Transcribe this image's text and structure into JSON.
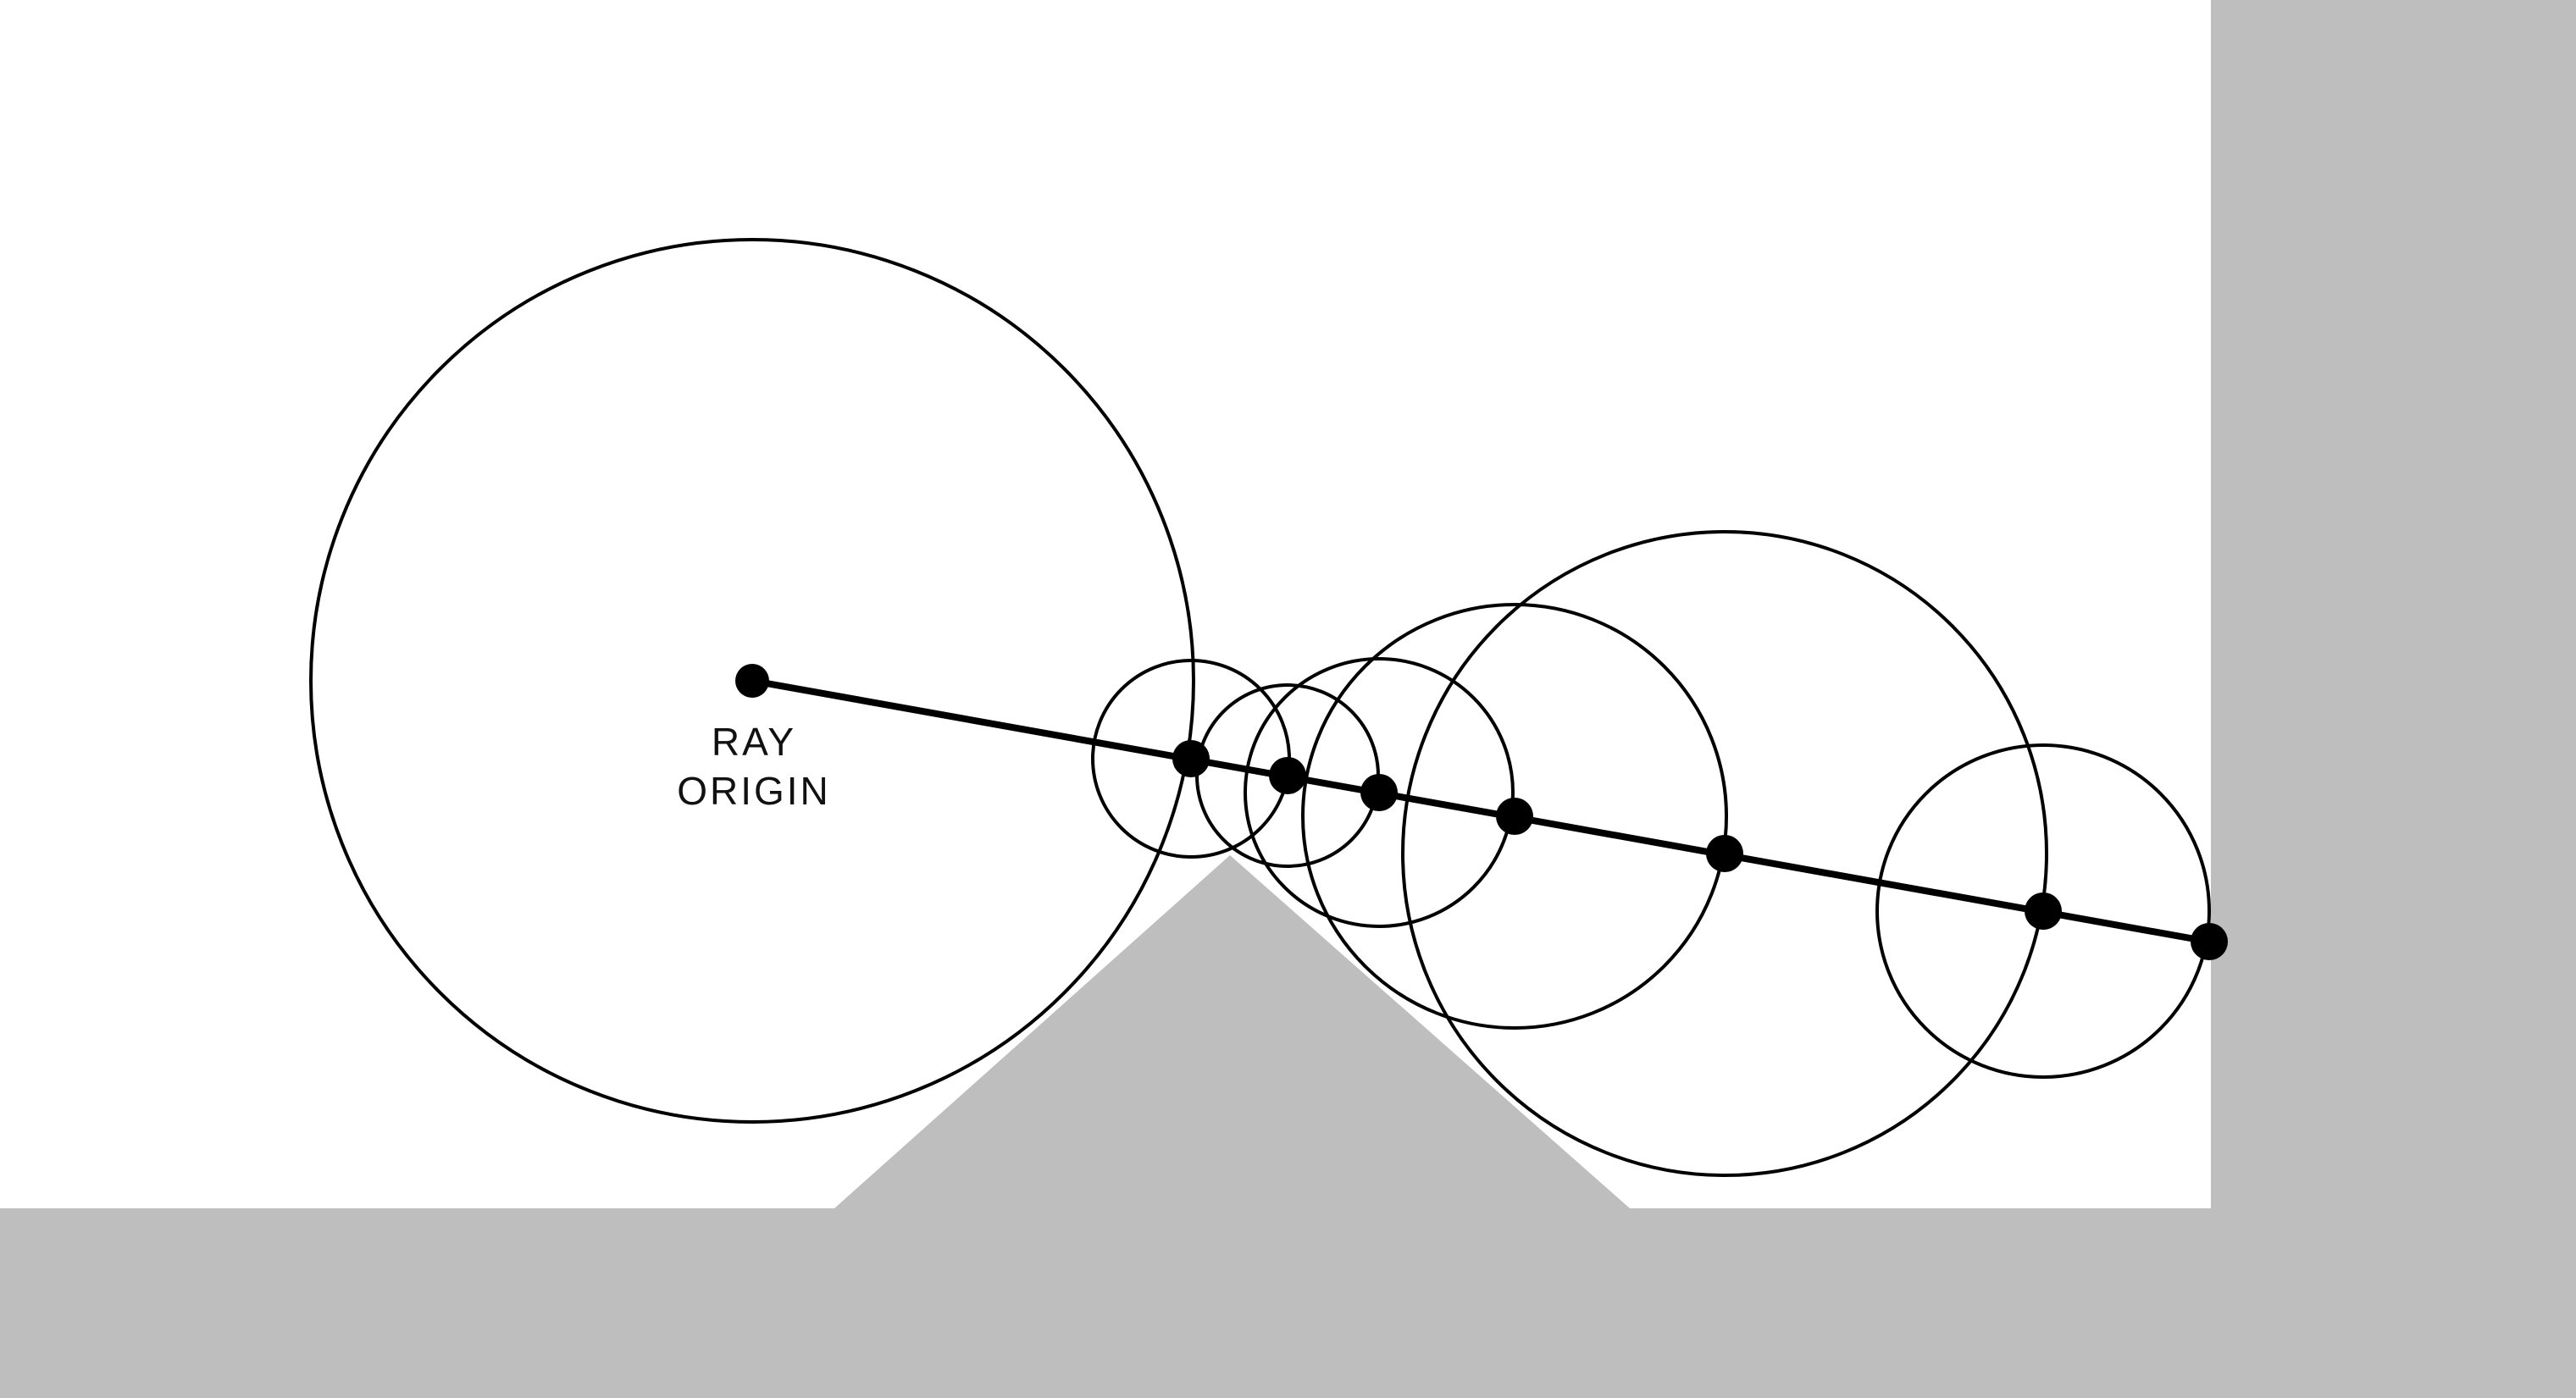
{
  "colors": {
    "background": "#ffffff",
    "obstacle": "#bebebe",
    "stroke": "#000000",
    "text": "#111111"
  },
  "origin_label": {
    "line1": "RAY",
    "line2": "ORIGIN"
  },
  "march_steps": 8
}
